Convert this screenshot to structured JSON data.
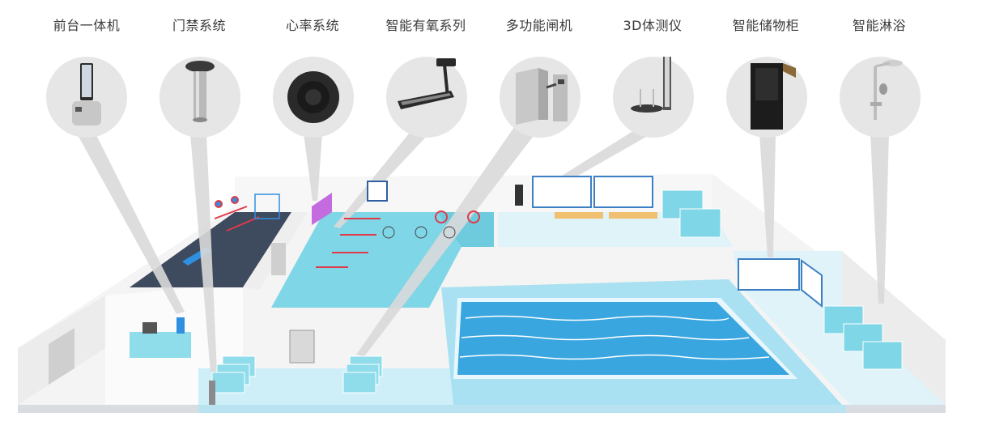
{
  "devices": [
    {
      "label": "前台一体机",
      "icon": "kiosk-icon"
    },
    {
      "label": "门禁系统",
      "icon": "gate-pillar-icon"
    },
    {
      "label": "心率系统",
      "icon": "heart-rate-band-icon"
    },
    {
      "label": "智能有氧系列",
      "icon": "treadmill-icon"
    },
    {
      "label": "多功能闸机",
      "icon": "turnstile-icon"
    },
    {
      "label": "3D体测仪",
      "icon": "body-scanner-icon"
    },
    {
      "label": "智能储物柜",
      "icon": "locker-icon"
    },
    {
      "label": "智能淋浴",
      "icon": "shower-icon"
    }
  ],
  "colors": {
    "circle": "#e6e6e6",
    "beam": "#d9d9d9",
    "floor_dark": "#3e4a5e",
    "floor_cyan": "#7fd6e6",
    "floor_light": "#dff3f9",
    "pool_water": "#3aa6e0",
    "pool_edge": "#bfe8f5",
    "wall": "#f2f2f2",
    "accent_red": "#e03a4a",
    "locker": "#3b7fc4"
  }
}
